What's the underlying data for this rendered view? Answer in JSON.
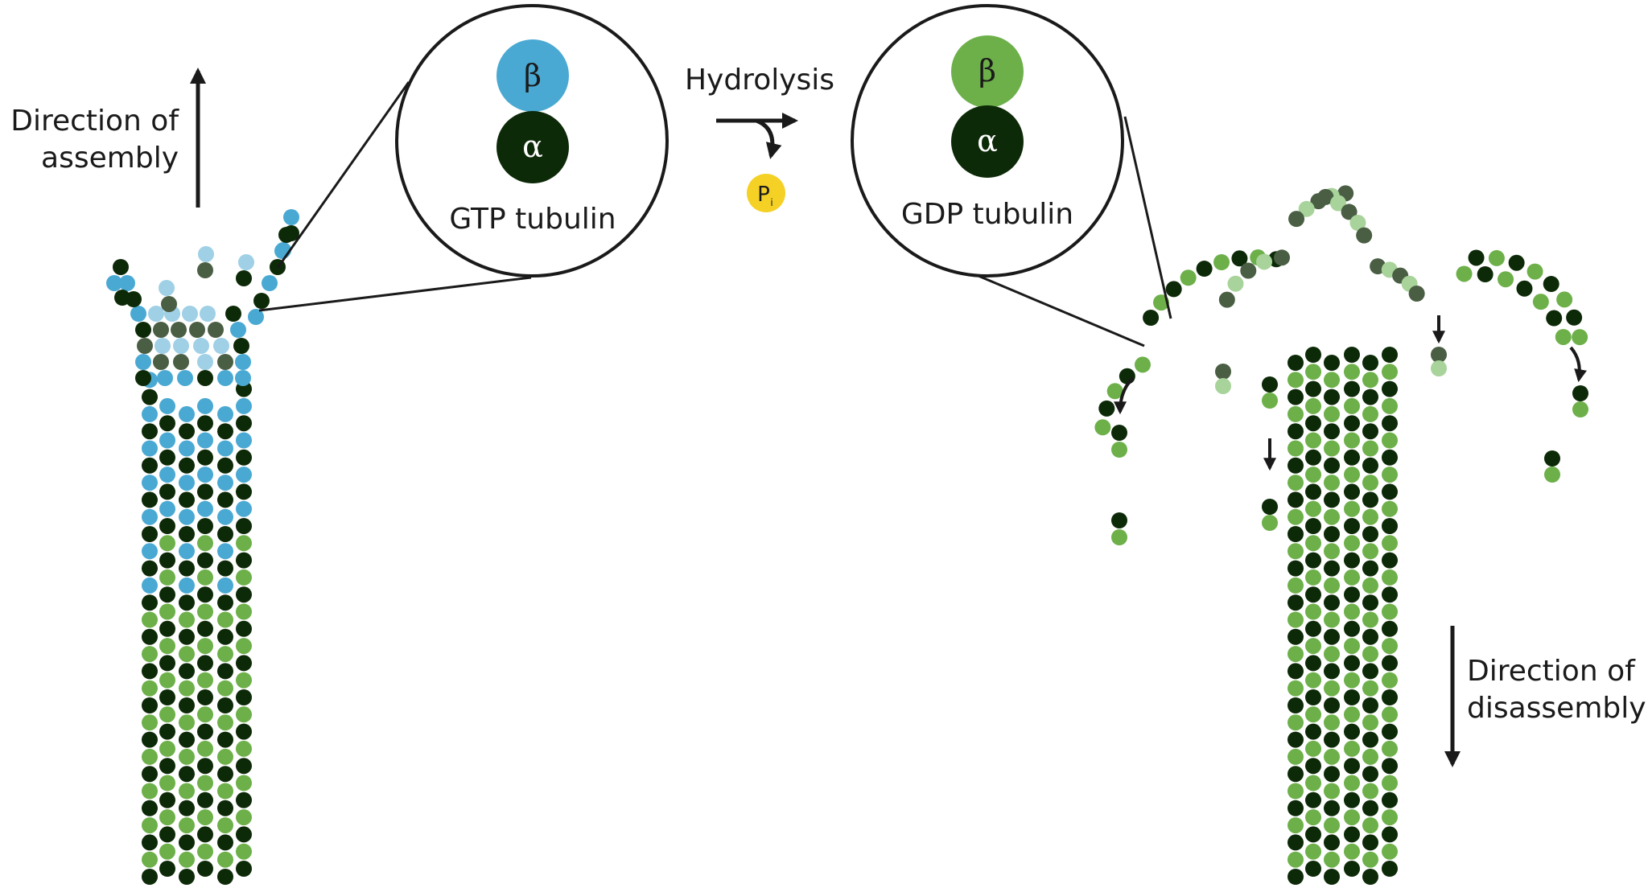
{
  "labels": {
    "direction_assembly_line1": "Direction of",
    "direction_assembly_line2": "assembly",
    "direction_disassembly_line1": "Direction of",
    "direction_disassembly_line2": "disassembly",
    "hydrolysis": "Hydrolysis",
    "phosphate": "P",
    "phosphate_sub": "i",
    "gtp_label": "GTP tubulin",
    "gdp_label": "GDP tubulin",
    "beta": "β",
    "alpha": "α"
  },
  "colors": {
    "alpha_dark": "#0d2a08",
    "beta_gtp": "#4aa9d3",
    "beta_gtp_light": "#9fd0e6",
    "beta_gdp": "#6db04a",
    "gdp_light": "#a8d39a",
    "grey_green": "#4a5e44",
    "phosphate": "#f5d125",
    "line": "#1a1a1a"
  }
}
